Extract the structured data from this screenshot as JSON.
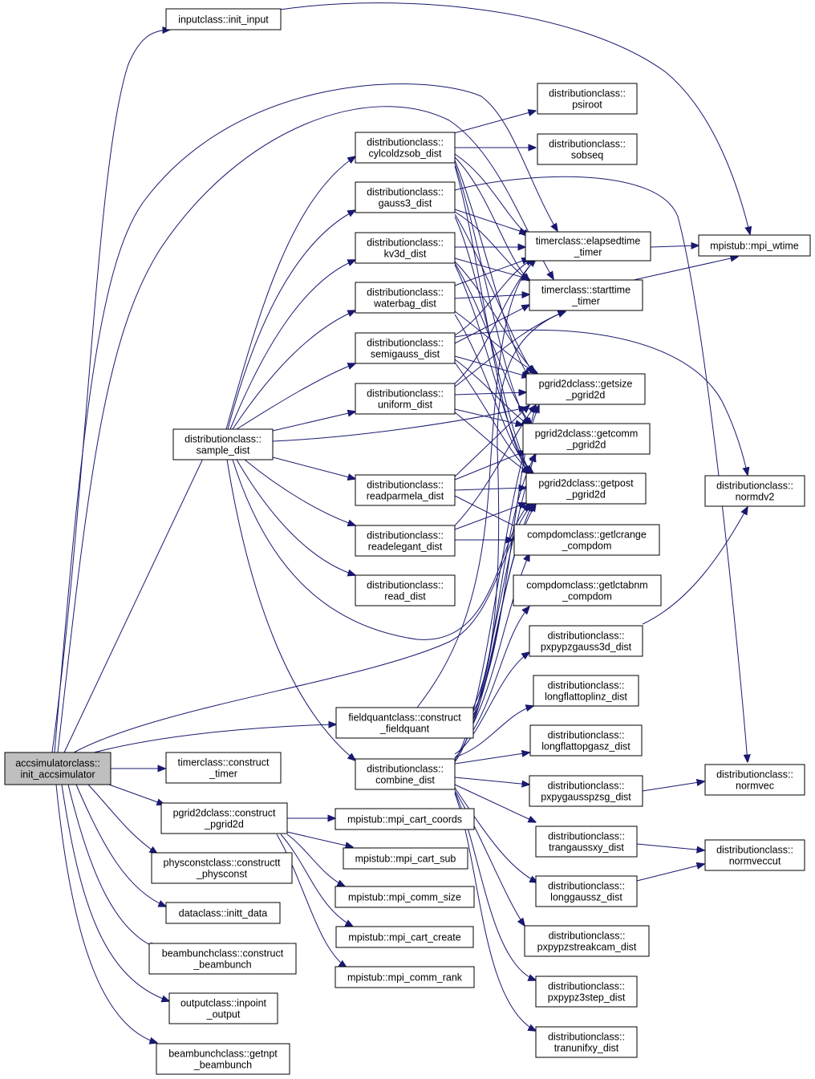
{
  "graph": {
    "nodes": [
      {
        "id": "root",
        "lines": [
          "accsimulatorclass::",
          "init_accsimulator"
        ],
        "root": true
      },
      {
        "id": "init_input",
        "lines": [
          "inputclass::init_input"
        ]
      },
      {
        "id": "sample_dist",
        "lines": [
          "distributionclass::",
          "sample_dist"
        ]
      },
      {
        "id": "cylcoldzsob",
        "lines": [
          "distributionclass::",
          "cylcoldzsob_dist"
        ]
      },
      {
        "id": "gauss3",
        "lines": [
          "distributionclass::",
          "gauss3_dist"
        ]
      },
      {
        "id": "kv3d",
        "lines": [
          "distributionclass::",
          "kv3d_dist"
        ]
      },
      {
        "id": "waterbag",
        "lines": [
          "distributionclass::",
          "waterbag_dist"
        ]
      },
      {
        "id": "semigauss",
        "lines": [
          "distributionclass::",
          "semigauss_dist"
        ]
      },
      {
        "id": "uniform",
        "lines": [
          "distributionclass::",
          "uniform_dist"
        ]
      },
      {
        "id": "readparmela",
        "lines": [
          "distributionclass::",
          "readparmela_dist"
        ]
      },
      {
        "id": "readelegant",
        "lines": [
          "distributionclass::",
          "readelegant_dist"
        ]
      },
      {
        "id": "read_dist",
        "lines": [
          "distributionclass::",
          "read_dist"
        ]
      },
      {
        "id": "psiroot",
        "lines": [
          "distributionclass::",
          "psiroot"
        ]
      },
      {
        "id": "sobseq",
        "lines": [
          "distributionclass::",
          "sobseq"
        ]
      },
      {
        "id": "elapsed",
        "lines": [
          "timerclass::elapsedtime",
          "_timer"
        ]
      },
      {
        "id": "starttime",
        "lines": [
          "timerclass::starttime",
          "_timer"
        ]
      },
      {
        "id": "mpi_wtime",
        "lines": [
          "mpistub::mpi_wtime"
        ]
      },
      {
        "id": "getsize",
        "lines": [
          "pgrid2dclass::getsize",
          "_pgrid2d"
        ]
      },
      {
        "id": "getcomm",
        "lines": [
          "pgrid2dclass::getcomm",
          "_pgrid2d"
        ]
      },
      {
        "id": "getpost",
        "lines": [
          "pgrid2dclass::getpost",
          "_pgrid2d"
        ]
      },
      {
        "id": "normdv2",
        "lines": [
          "distributionclass::",
          "normdv2"
        ]
      },
      {
        "id": "getlcrange",
        "lines": [
          "compdomclass::getlcrange",
          "_compdom"
        ]
      },
      {
        "id": "getlctabnm",
        "lines": [
          "compdomclass::getlctabnm",
          "_compdom"
        ]
      },
      {
        "id": "pxpypzgauss3d",
        "lines": [
          "distributionclass::",
          "pxpypzgauss3d_dist"
        ]
      },
      {
        "id": "longflattoplinz",
        "lines": [
          "distributionclass::",
          "longflattoplinz_dist"
        ]
      },
      {
        "id": "fieldquant",
        "lines": [
          "fieldquantclass::construct",
          "_fieldquant"
        ]
      },
      {
        "id": "longflattopgasz",
        "lines": [
          "distributionclass::",
          "longflattopgasz_dist"
        ]
      },
      {
        "id": "timer_construct",
        "lines": [
          "timerclass::construct",
          "_timer"
        ]
      },
      {
        "id": "combine_dist",
        "lines": [
          "distributionclass::",
          "combine_dist"
        ]
      },
      {
        "id": "normvec",
        "lines": [
          "distributionclass::",
          "normvec"
        ]
      },
      {
        "id": "pxpygausspzsg",
        "lines": [
          "distributionclass::",
          "pxpygausspzsg_dist"
        ]
      },
      {
        "id": "pgrid_construct",
        "lines": [
          "pgrid2dclass::construct",
          "_pgrid2d"
        ]
      },
      {
        "id": "cart_coords",
        "lines": [
          "mpistub::mpi_cart_coords"
        ]
      },
      {
        "id": "trangaussxy",
        "lines": [
          "distributionclass::",
          "trangaussxy_dist"
        ]
      },
      {
        "id": "normveccut",
        "lines": [
          "distributionclass::",
          "normveccut"
        ]
      },
      {
        "id": "cart_sub",
        "lines": [
          "mpistub::mpi_cart_sub"
        ]
      },
      {
        "id": "physconst",
        "lines": [
          "physconstclass::constructt",
          "_physconst"
        ]
      },
      {
        "id": "longgaussz",
        "lines": [
          "distributionclass::",
          "longgaussz_dist"
        ]
      },
      {
        "id": "comm_size",
        "lines": [
          "mpistub::mpi_comm_size"
        ]
      },
      {
        "id": "inittdata",
        "lines": [
          "dataclass::initt_data"
        ]
      },
      {
        "id": "pxpypzstreak",
        "lines": [
          "distributionclass::",
          "pxpypzstreakcam_dist"
        ]
      },
      {
        "id": "cart_create",
        "lines": [
          "mpistub::mpi_cart_create"
        ]
      },
      {
        "id": "beambunch_construct",
        "lines": [
          "beambunchclass::construct",
          "_beambunch"
        ]
      },
      {
        "id": "comm_rank",
        "lines": [
          "mpistub::mpi_comm_rank"
        ]
      },
      {
        "id": "pxpypz3step",
        "lines": [
          "distributionclass::",
          "pxpypz3step_dist"
        ]
      },
      {
        "id": "inpoint",
        "lines": [
          "outputclass::inpoint",
          "_output"
        ]
      },
      {
        "id": "tranunifxy",
        "lines": [
          "distributionclass::",
          "tranunifxy_dist"
        ]
      },
      {
        "id": "getnpt",
        "lines": [
          "beambunchclass::getnpt",
          "_beambunch"
        ]
      }
    ]
  }
}
